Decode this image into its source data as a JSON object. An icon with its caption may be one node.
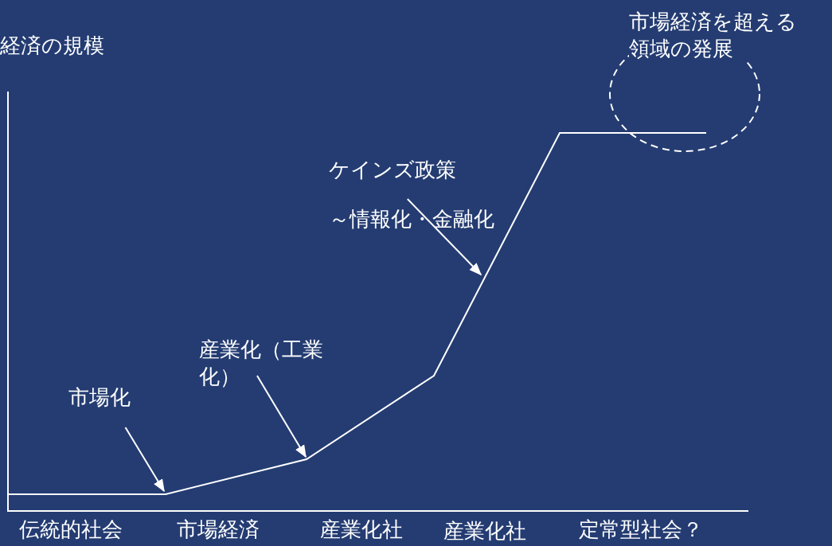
{
  "diagram": {
    "nodes": [
      {
        "text": [
          "市場化"
        ]
      },
      {
        "text": [
          "産業化（工業化）"
        ]
      },
      {
        "text": [
          "ケインズ政策",
          "～情報化・金融化"
        ]
      },
      {
        "text": [
          "市場経済を超える領域の発展"
        ]
      }
    ],
    "edges": [
      {
        "from": 0,
        "to": null,
        "arrow": "to"
      },
      {
        "from": 1,
        "to": null,
        "arrow": "to"
      },
      {
        "from": 2,
        "to": null,
        "arrow": "to"
      }
    ],
    "labels": [
      "経済の規模",
      "伝統的社会",
      "市場経済",
      "産業化社",
      "産業化社",
      "定常型社会？"
    ]
  }
}
